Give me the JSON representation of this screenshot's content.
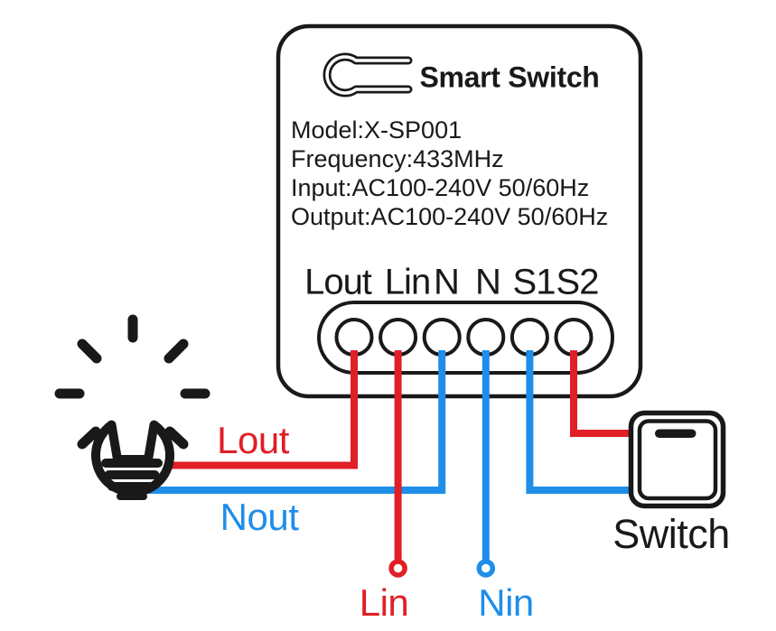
{
  "colors": {
    "wire-red": "#e01f26",
    "wire-blue": "#1e8ee9",
    "line-black": "#191919"
  },
  "device": {
    "title": "Smart Switch",
    "specs": {
      "model": "Model:X-SP001",
      "frequency": "Frequency:433MHz",
      "input": "Input:AC100-240V 50/60Hz",
      "output": "Output:AC100-240V 50/60Hz"
    },
    "terminals": [
      "Lout",
      "Lin",
      "N",
      "N",
      "S1",
      "S2"
    ]
  },
  "wiring": {
    "lout": "Lout",
    "nout": "Nout",
    "lin": "Lin",
    "nin": "Nin"
  },
  "external": {
    "switch": "Switch"
  }
}
